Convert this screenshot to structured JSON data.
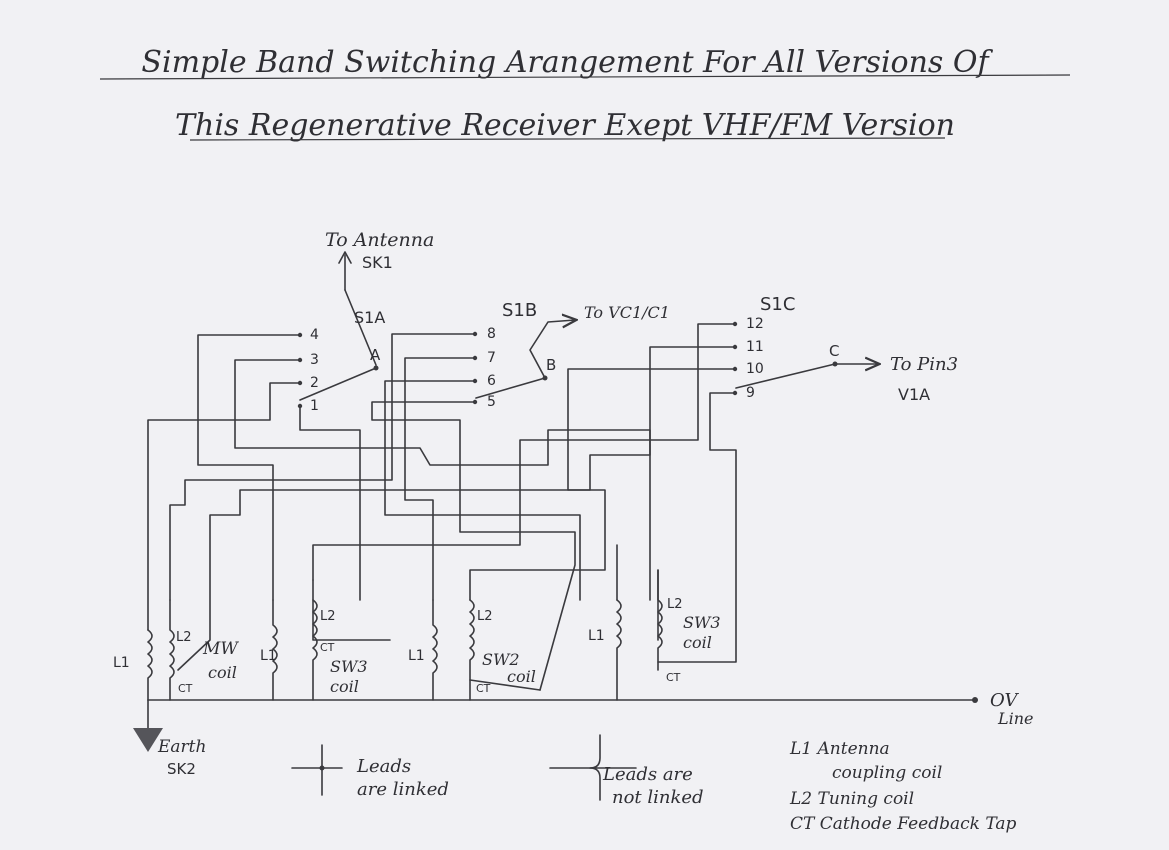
{
  "title": {
    "line1": "Simple Band Switching Arangement For All Versions Of",
    "line2": "This Regenerative Receiver Exept VHF/FM Version"
  },
  "switches": {
    "s1a": {
      "name": "S1A",
      "wiper": "A",
      "contacts": [
        "4",
        "3",
        "2",
        "1"
      ]
    },
    "s1b": {
      "name": "S1B",
      "wiper": "B",
      "contacts": [
        "8",
        "7",
        "6",
        "5"
      ]
    },
    "s1c": {
      "name": "S1C",
      "wiper": "C",
      "contacts": [
        "12",
        "11",
        "10",
        "9"
      ]
    }
  },
  "connections": {
    "antenna": "To Antenna",
    "sk1": "SK1",
    "vc1": "To VC1/C1",
    "pin3": "To Pin3",
    "v1a": "V1A",
    "ov": "OV",
    "line": "Line",
    "earth": "Earth",
    "sk2": "SK2"
  },
  "coils": {
    "l1": "L1",
    "l2": "L2",
    "ct": "CT",
    "mw": "MW",
    "coil": "coil",
    "sw3": "SW3",
    "sw2": "SW2"
  },
  "legend": {
    "linked": [
      "Leads",
      "are linked"
    ],
    "not_linked": [
      "Leads are",
      "not linked"
    ],
    "key": [
      "L1 Antenna",
      "coupling coil",
      "L2 Tuning coil",
      "CT Cathode Feedback Tap"
    ]
  }
}
